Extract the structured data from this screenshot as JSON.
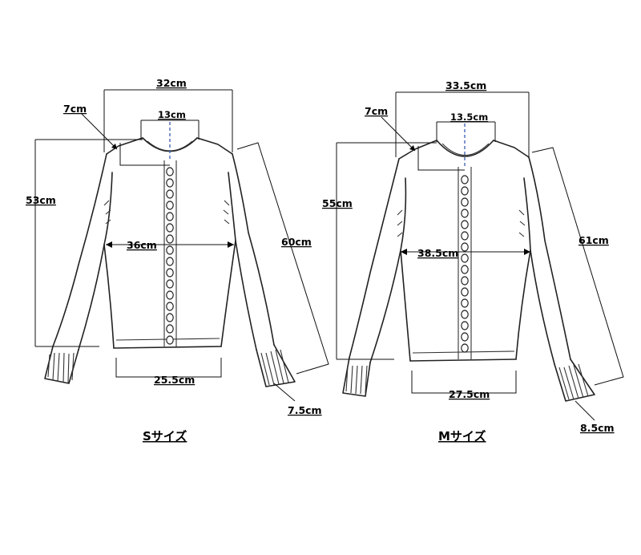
{
  "garments": [
    {
      "id": "s",
      "title": "Sサイズ",
      "labels": {
        "shoulder": "32cm",
        "neck_drop": "7cm",
        "neck_width": "13cm",
        "length": "53cm",
        "chest": "36cm",
        "sleeve": "60cm",
        "hem": "25.5cm",
        "cuff": "7.5cm"
      }
    },
    {
      "id": "m",
      "title": "Mサイズ",
      "labels": {
        "shoulder": "33.5cm",
        "neck_drop": "7cm",
        "neck_width": "13.5cm",
        "length": "55cm",
        "chest": "38.5cm",
        "sleeve": "61cm",
        "hem": "27.5cm",
        "cuff": "8.5cm"
      }
    }
  ],
  "colors": {
    "line": "#222222",
    "center_dash": "#3a5bb0",
    "background": "#ffffff"
  }
}
